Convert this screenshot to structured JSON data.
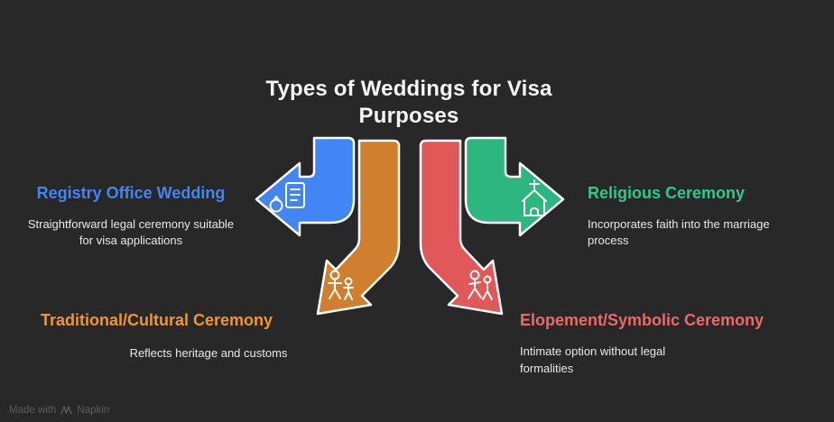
{
  "title": {
    "text": "Types of Weddings for Visa Purposes"
  },
  "items": [
    {
      "label": "Registry Office Wedding",
      "description": "Straightforward legal ceremony suitable for visa applications",
      "label_color": "#4285f4",
      "arrow_color": "#4285f4",
      "icon": "ring-certificate-icon",
      "arrow_direction": "left"
    },
    {
      "label": "Religious Ceremony",
      "description": "Incorporates faith into the marriage process",
      "label_color": "#2ec98b",
      "arrow_color": "#2eb67f",
      "icon": "church-icon",
      "arrow_direction": "right"
    },
    {
      "label": "Traditional/Cultural Ceremony",
      "description": "Reflects heritage and customs",
      "label_color": "#f2952f",
      "arrow_color": "#d07f2e",
      "icon": "family-icon",
      "arrow_direction": "down-left"
    },
    {
      "label": "Elopement/Symbolic Ceremony",
      "description": "Intimate option without legal formalities",
      "label_color": "#ee6868",
      "arrow_color": "#e05858",
      "icon": "walking-couple-icon",
      "arrow_direction": "down-right"
    }
  ],
  "footer": {
    "made_with": "Made with",
    "brand": "Napkin"
  },
  "theme": {
    "background": "#282828",
    "title_color": "#f5f5f5",
    "description_color": "#e8e8e8",
    "arrow_outline": "#ffffff",
    "watermark_color": "#5c5c5c"
  }
}
